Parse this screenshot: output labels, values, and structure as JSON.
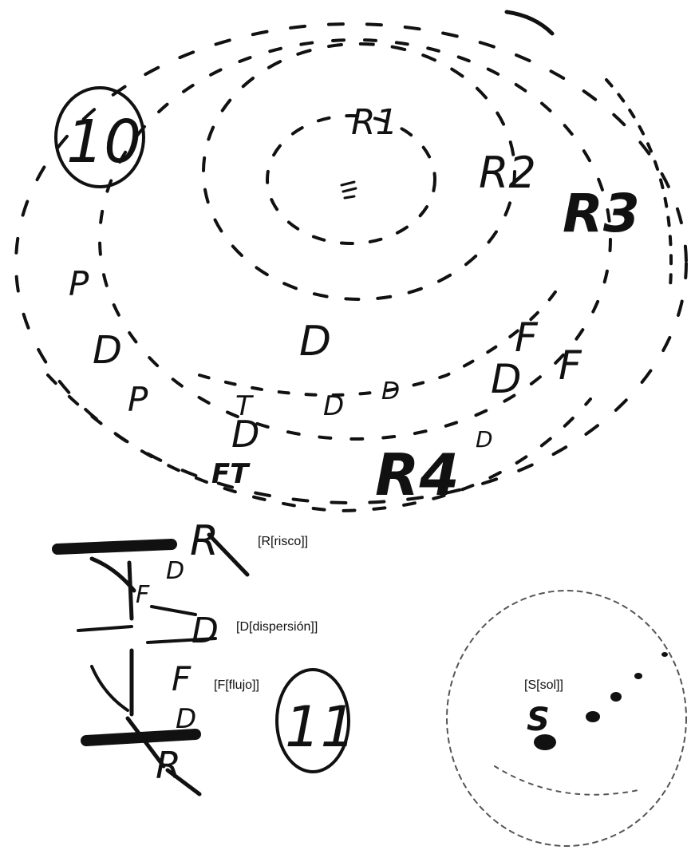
{
  "figure_10": {
    "number": "10",
    "zones": {
      "r1": "R1",
      "r2": "R2",
      "r3": "R3",
      "r4": "R4"
    },
    "letters": {
      "p": "P",
      "d": "D",
      "f": "F",
      "ft": "FT"
    }
  },
  "figure_11": {
    "number": "11",
    "legend": {
      "risco": "[R[risco]]",
      "dispersion": "[D[dispersión]]",
      "flujo": "[F[flujo]]",
      "sol": "[S[sol]]"
    },
    "letters": {
      "r": "R",
      "d": "D",
      "f": "F",
      "s": "S"
    }
  }
}
